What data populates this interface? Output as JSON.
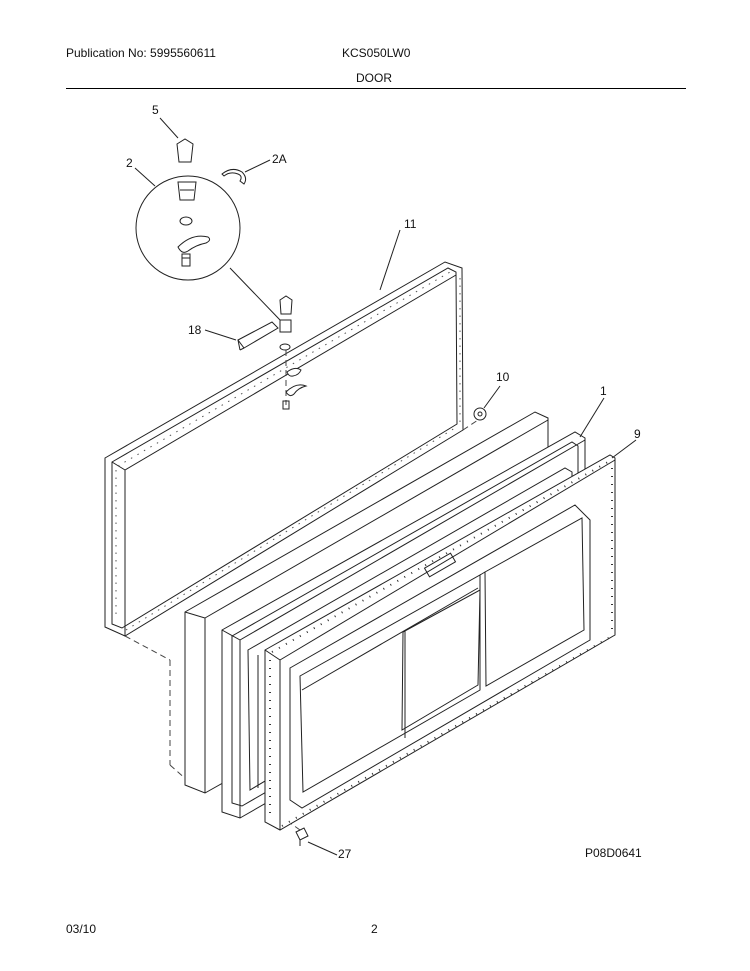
{
  "header": {
    "publication": "Publication No: 5995560611",
    "model": "KCS050LW0",
    "section_title": "DOOR"
  },
  "diagram": {
    "part_labels": {
      "p5": "5",
      "p2": "2",
      "p2a": "2A",
      "p11": "11",
      "p18": "18",
      "p10": "10",
      "p1": "1",
      "p9": "9",
      "p27": "27"
    },
    "figure_code": "P08D0641"
  },
  "footer": {
    "date": "03/10",
    "page_number": "2"
  }
}
